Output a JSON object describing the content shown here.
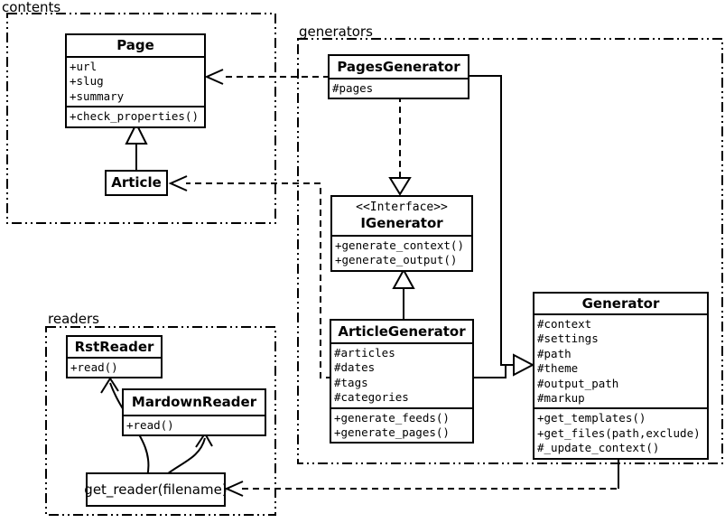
{
  "packages": {
    "contents": {
      "label": "contents"
    },
    "generators": {
      "label": "generators"
    },
    "readers": {
      "label": "readers"
    }
  },
  "classes": {
    "page": {
      "name": "Page",
      "attributes": [
        "+url",
        "+slug",
        "+summary"
      ],
      "methods": [
        "+check_properties()"
      ]
    },
    "article": {
      "name": "Article"
    },
    "pages_generator": {
      "name": "PagesGenerator",
      "attributes": [
        "#pages"
      ]
    },
    "igenerator": {
      "stereotype": "<<Interface>>",
      "name": "IGenerator",
      "methods": [
        "+generate_context()",
        "+generate_output()"
      ]
    },
    "article_generator": {
      "name": "ArticleGenerator",
      "attributes": [
        "#articles",
        "#dates",
        "#tags",
        "#categories"
      ],
      "methods": [
        "+generate_feeds()",
        "+generate_pages()"
      ]
    },
    "generator": {
      "name": "Generator",
      "attributes": [
        "#context",
        "#settings",
        "#path",
        "#theme",
        "#output_path",
        "#markup"
      ],
      "methods": [
        "+get_templates()",
        "+get_files(path,exclude)",
        "#_update_context()"
      ]
    },
    "rst_reader": {
      "name": "RstReader",
      "methods": [
        "+read()"
      ]
    },
    "mardown_reader": {
      "name": "MardownReader",
      "methods": [
        "+read()"
      ]
    },
    "get_reader": {
      "label": "get_reader(filename)"
    }
  },
  "relationships": [
    {
      "type": "generalization",
      "from": "Article",
      "to": "Page"
    },
    {
      "type": "dependency",
      "from": "PagesGenerator",
      "to": "Page"
    },
    {
      "type": "dependency",
      "from": "ArticleGenerator",
      "to": "Article"
    },
    {
      "type": "realization",
      "from": "PagesGenerator",
      "to": "IGenerator"
    },
    {
      "type": "generalization",
      "from": "ArticleGenerator",
      "to": "IGenerator"
    },
    {
      "type": "generalization",
      "from": "PagesGenerator",
      "to": "Generator"
    },
    {
      "type": "generalization",
      "from": "ArticleGenerator",
      "to": "Generator"
    },
    {
      "type": "dependency",
      "from": "Generator",
      "to": "get_reader(filename)"
    },
    {
      "type": "arrow",
      "from": "get_reader(filename)",
      "to": "RstReader"
    },
    {
      "type": "arrow",
      "from": "get_reader(filename)",
      "to": "MardownReader"
    }
  ],
  "colors": {
    "stroke": "#000000",
    "background": "#ffffff"
  }
}
